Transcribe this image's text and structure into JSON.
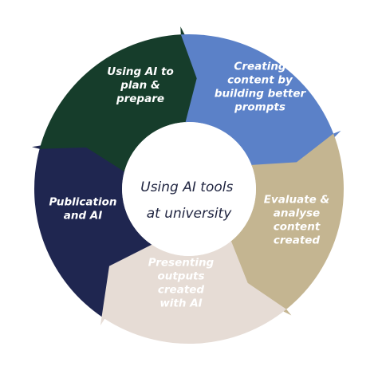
{
  "center": {
    "lines": [
      "Using AI tools",
      "at university"
    ]
  },
  "segments": [
    {
      "lines": [
        "Using AI to",
        "plan &",
        "prepare"
      ],
      "color": "#1f2650"
    },
    {
      "lines": [
        "Creating",
        "content by",
        "building better",
        "prompts"
      ],
      "color": "#163d2b"
    },
    {
      "lines": [
        "Evaluate &",
        "analyse",
        "content",
        "created"
      ],
      "color": "#5b81c8"
    },
    {
      "lines": [
        "Presenting",
        "outputs",
        "created",
        "with AI"
      ],
      "color": "#c4b591"
    },
    {
      "lines": [
        "Publication",
        "and AI"
      ],
      "color": "#e6dcd5"
    }
  ]
}
